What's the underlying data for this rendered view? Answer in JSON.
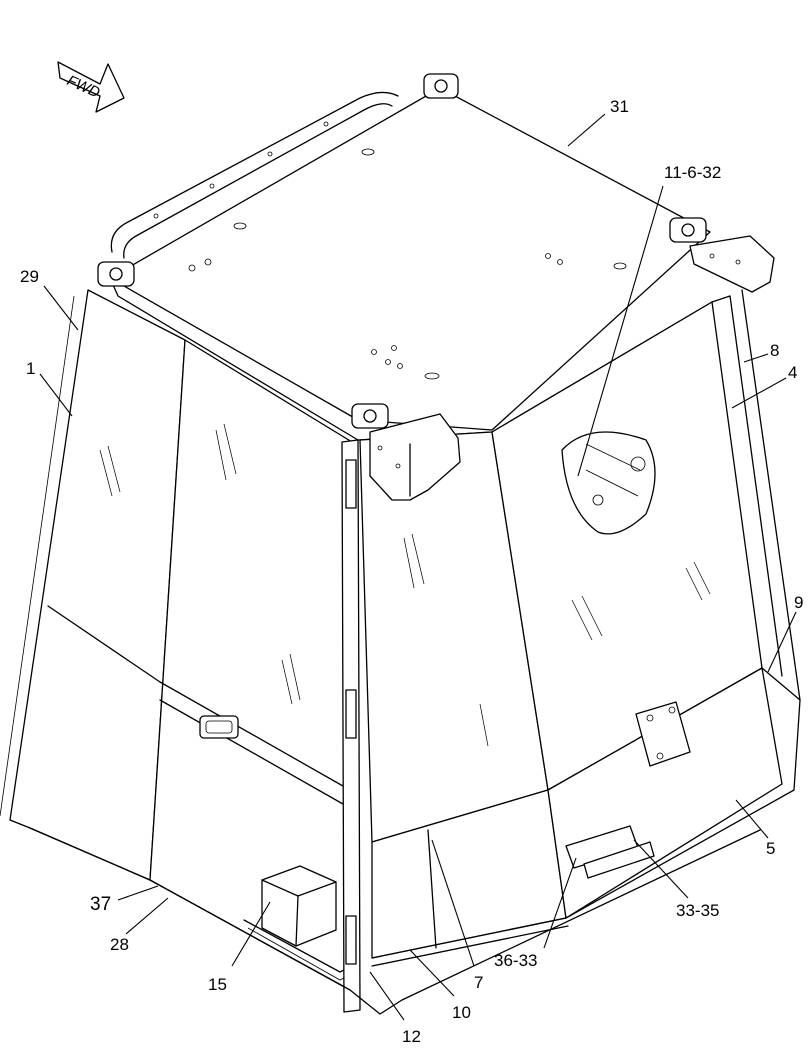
{
  "fwd_label": "FWD",
  "callouts": {
    "c31": "31",
    "c11_6_32": "11-6-32",
    "c29": "29",
    "c1": "1",
    "c8": "8",
    "c4": "4",
    "c9": "9",
    "c5": "5",
    "c33_35": "33-35",
    "c36_33": "36-33",
    "c10": "10",
    "c7": "7",
    "c12": "12",
    "c15": "15",
    "c28": "28",
    "c37": "37"
  }
}
